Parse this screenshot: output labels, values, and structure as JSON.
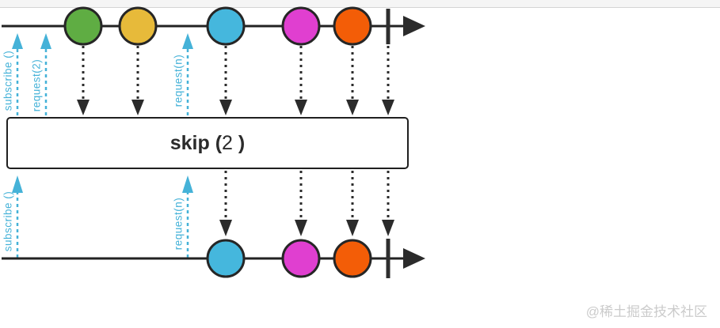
{
  "watermark": "@稀土掘金技术社区",
  "operator": {
    "name": "skip",
    "label_open": "skip (",
    "label_arg": "2",
    "label_close": " )"
  },
  "signals": {
    "subscribe": "subscribe ()",
    "request2": "request(2)",
    "requestn": "request(n)"
  },
  "colors": {
    "signal_arrow": "#45b2d8",
    "timeline": "#222222"
  },
  "input_stream": {
    "marbles": [
      {
        "id": "green",
        "color": "#5fad43"
      },
      {
        "id": "yellow",
        "color": "#e7ba3a"
      },
      {
        "id": "blue",
        "color": "#45b7dd"
      },
      {
        "id": "magenta",
        "color": "#e03fd0"
      },
      {
        "id": "orange",
        "color": "#f35d07"
      }
    ],
    "completed": true
  },
  "output_stream": {
    "marbles": [
      {
        "id": "blue",
        "color": "#45b7dd"
      },
      {
        "id": "magenta",
        "color": "#e03fd0"
      },
      {
        "id": "orange",
        "color": "#f35d07"
      }
    ],
    "completed": true
  }
}
